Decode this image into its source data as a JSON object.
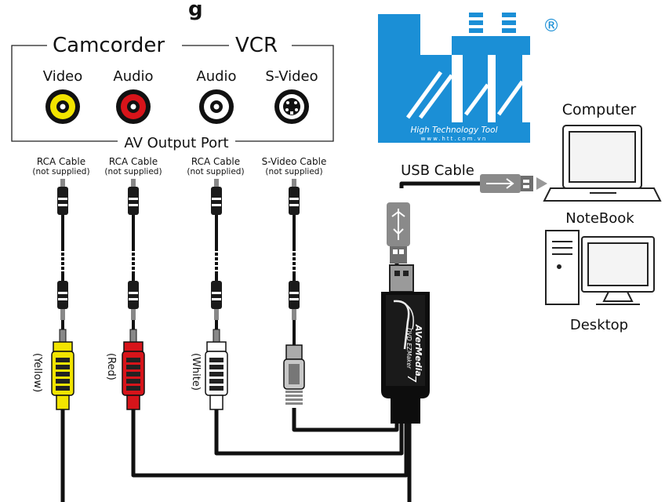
{
  "title_partial": "g",
  "sources": {
    "camcorder": "Camcorder",
    "vcr": "VCR"
  },
  "ports": [
    {
      "label": "Video"
    },
    {
      "label": "Audio"
    },
    {
      "label": "Audio"
    },
    {
      "label": "S-Video"
    }
  ],
  "av_output_port": "AV Output Port",
  "cables": [
    {
      "name": "RCA Cable",
      "note": "(not supplied)",
      "color_label": "(Yellow)",
      "color": "#f2e400"
    },
    {
      "name": "RCA Cable",
      "note": "(not supplied)",
      "color_label": "(Red)",
      "color": "#d7141a"
    },
    {
      "name": "RCA Cable",
      "note": "(not supplied)",
      "color_label": "(White)",
      "color": "#ffffff"
    },
    {
      "name": "S-Video Cable",
      "note": "(not supplied)",
      "color_label": "",
      "color": "#c8c8c8"
    }
  ],
  "usb_cable": "USB Cable",
  "device": {
    "brand": "AVerMedia",
    "model": "DVD EZMaker",
    "model_number": "7"
  },
  "computer": {
    "heading": "Computer",
    "notebook": "NoteBook",
    "desktop": "Desktop"
  },
  "logo": {
    "tagline": "High Technology Tool",
    "url": "www.htt.com.vn",
    "registered": "®",
    "color": "#1b8fd6"
  }
}
